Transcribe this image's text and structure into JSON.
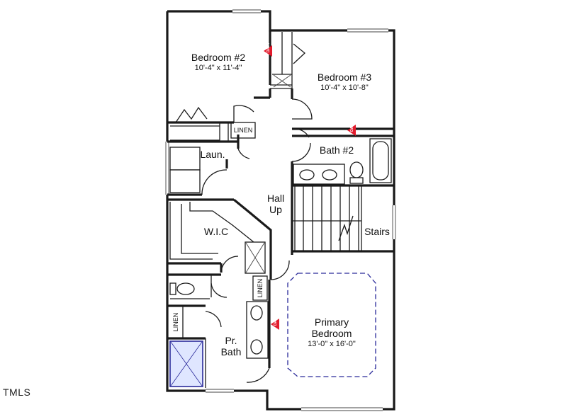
{
  "rooms": {
    "bedroom2": {
      "name": "Bedroom #2",
      "dims": "10'-4\" x 11'-4\""
    },
    "bedroom3": {
      "name": "Bedroom #3",
      "dims": "10'-4\" x 10'-8\""
    },
    "linen_top": "LINEN",
    "laundry": "Laun.",
    "bath2": "Bath #2",
    "hall_line1": "Hall",
    "hall_line2": "Up",
    "wic": "W.I.C",
    "stairs": "Stairs",
    "linen_mid": "LINEN",
    "linen_low": "LINEN",
    "primary_line1": "Primary",
    "primary_line2": "Bedroom",
    "primary_dims": "13'-0\" x 16'-0\"",
    "prbath_line1": "Pr.",
    "prbath_line2": "Bath"
  },
  "data_markers": [
    "DATA",
    "DATA",
    "DATA"
  ],
  "watermark": "TMLS",
  "colors": {
    "data_marker": "#e21b2c",
    "tray_ceiling": "#2a2a9a",
    "shower": "#dfe6ff"
  }
}
